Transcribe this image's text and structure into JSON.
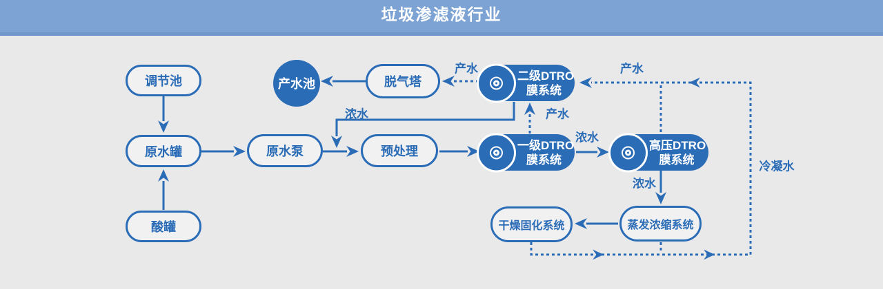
{
  "header": {
    "title": "垃圾渗滤液行业"
  },
  "colors": {
    "primary": "#2b6cb7",
    "header_bg": "#7ca3d3",
    "header_border": "#6f97c9",
    "page_bg": "#e9e9ea",
    "oval_fill": "#f1f1f2",
    "white": "#ffffff"
  },
  "icons": {
    "membrane_disc": "double-ring-target"
  },
  "nodes": {
    "tiaojiechi": {
      "label": "调节池"
    },
    "yuanshuiguan": {
      "label": "原水罐"
    },
    "suanguan": {
      "label": "酸罐"
    },
    "yuanshuibeng": {
      "label": "原水泵"
    },
    "yuchuli": {
      "label": "预处理"
    },
    "tuoqita": {
      "label": "脱气塔"
    },
    "chanshuichi": {
      "label": "产水池"
    },
    "yiji_dtro": {
      "line1": "一级DTRO",
      "line2": "膜系统"
    },
    "erji_dtro": {
      "line1": "二级DTRO",
      "line2": "膜系统"
    },
    "gaoya_dtro": {
      "line1": "高压DTRO",
      "line2": "膜系统"
    },
    "zhengfa": {
      "label": "蒸发浓缩系统"
    },
    "ganzao": {
      "label": "干燥固化系统"
    }
  },
  "flow_labels": {
    "chanshui_tuoqita": "产水",
    "chanshui_erji": "产水",
    "chanshui_top": "产水",
    "nongshui_return": "浓水",
    "nongshui_gaoya": "浓水",
    "nongshui_zhengfa": "浓水",
    "lengningshui": "冷凝水"
  }
}
